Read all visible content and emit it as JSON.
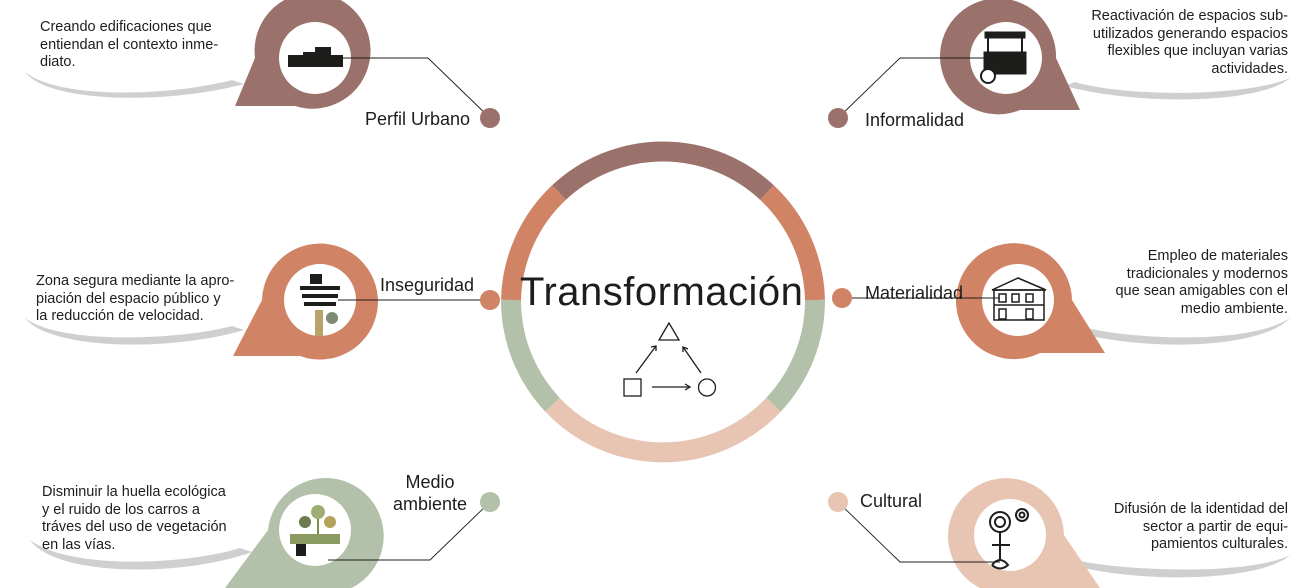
{
  "center": {
    "title": "Transformación",
    "icons": [
      "triangle-icon",
      "square-icon",
      "circle-icon",
      "arrow-icon"
    ]
  },
  "colors": {
    "brown": "#9b726b",
    "terracotta": "#d18366",
    "sage": "#b4c1aa",
    "peach": "#e7c5b2",
    "shadow": "#cfcfcf",
    "text": "#1d1d1b"
  },
  "nodes": [
    {
      "label": "Perfil Urbano",
      "description": "Creando edificaciones que\nentiendan el contexto inme-\ndiato.",
      "icon": "urban-profile-icon",
      "color": "brown"
    },
    {
      "label": "Informalidad",
      "description": "Reactivación de espacios sub-\nutilizados generando espacios\nflexibles que incluyan varias\nactividades.",
      "icon": "street-cart-icon",
      "color": "brown"
    },
    {
      "label": "Inseguridad",
      "description": "Zona segura mediante la apro-\npiación del espacio público y\nla reducción de velocidad.",
      "icon": "crosswalk-icon",
      "color": "terracotta"
    },
    {
      "label": "Materialidad",
      "description": "Empleo de materiales\ntradicionales y modernos\nque sean amigables con el\nmedio ambiente.",
      "icon": "building-facade-icon",
      "color": "terracotta"
    },
    {
      "label": "Medio\nambiente",
      "description": "Disminuir la huella ecológica\ny el ruido de los carros a\ntráves del uso de vegetación\nen las vías.",
      "icon": "vegetation-icon",
      "color": "sage"
    },
    {
      "label": "Cultural",
      "description": "Difusión de la identidad del\nsector a partir de equi-\npamientos culturales.",
      "icon": "cultural-symbol-icon",
      "color": "peach"
    }
  ]
}
